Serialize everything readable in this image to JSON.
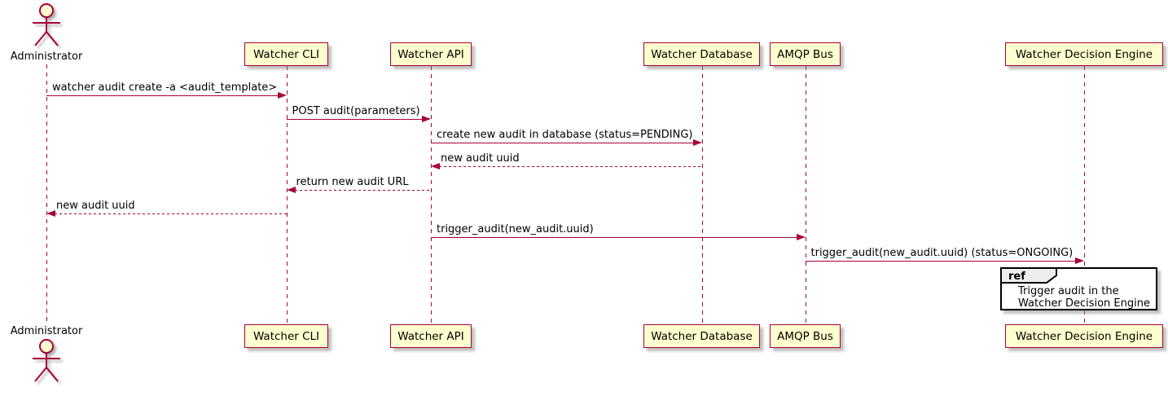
{
  "diagram_type": "sequence",
  "participants": [
    {
      "id": "admin",
      "label": "Administrator",
      "type": "actor"
    },
    {
      "id": "cli",
      "label": "Watcher CLI",
      "type": "participant"
    },
    {
      "id": "api",
      "label": "Watcher API",
      "type": "participant"
    },
    {
      "id": "db",
      "label": "Watcher Database",
      "type": "participant"
    },
    {
      "id": "amqp",
      "label": "AMQP Bus",
      "type": "participant"
    },
    {
      "id": "wde",
      "label": "Watcher Decision Engine",
      "type": "participant"
    }
  ],
  "messages": [
    {
      "from": "admin",
      "to": "cli",
      "label": "watcher audit create -a <audit_template>",
      "style": "solid"
    },
    {
      "from": "cli",
      "to": "api",
      "label": "POST audit(parameters)",
      "style": "solid"
    },
    {
      "from": "api",
      "to": "db",
      "label": "create new audit in database (status=PENDING)",
      "style": "solid"
    },
    {
      "from": "db",
      "to": "api",
      "label": "new audit uuid",
      "style": "dashed"
    },
    {
      "from": "api",
      "to": "cli",
      "label": "return new audit URL",
      "style": "dashed"
    },
    {
      "from": "cli",
      "to": "admin",
      "label": "new audit uuid",
      "style": "dashed"
    },
    {
      "from": "api",
      "to": "amqp",
      "label": "trigger_audit(new_audit.uuid)",
      "style": "solid"
    },
    {
      "from": "amqp",
      "to": "wde",
      "label": "trigger_audit(new_audit.uuid) (status=ONGOING)",
      "style": "solid"
    }
  ],
  "fragment": {
    "keyword": "ref",
    "over": "wde",
    "lines": [
      "Trigger audit in the",
      "Watcher Decision Engine"
    ]
  },
  "colors": {
    "participant_fill": "#FEFECE",
    "stroke": "#A80036",
    "text": "#000000",
    "fragment_border": "#000000",
    "fragment_header_fill": "#EEEEEE",
    "background": "#FFFFFF"
  }
}
